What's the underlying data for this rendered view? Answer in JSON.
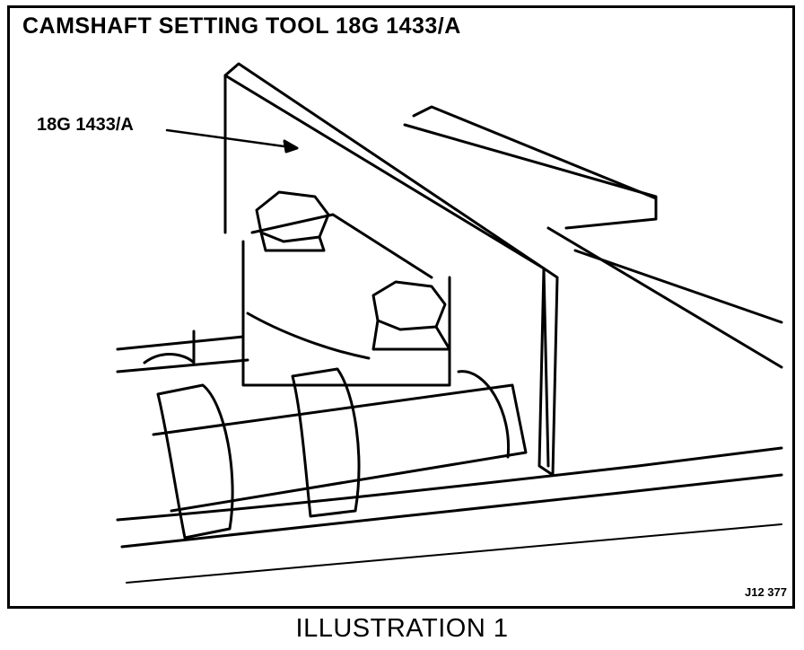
{
  "figure": {
    "title": "CAMSHAFT SETTING TOOL 18G 1433/A",
    "callout_label": "18G 1433/A",
    "reference_code": "J12 377",
    "caption": "ILLUSTRATION 1"
  }
}
